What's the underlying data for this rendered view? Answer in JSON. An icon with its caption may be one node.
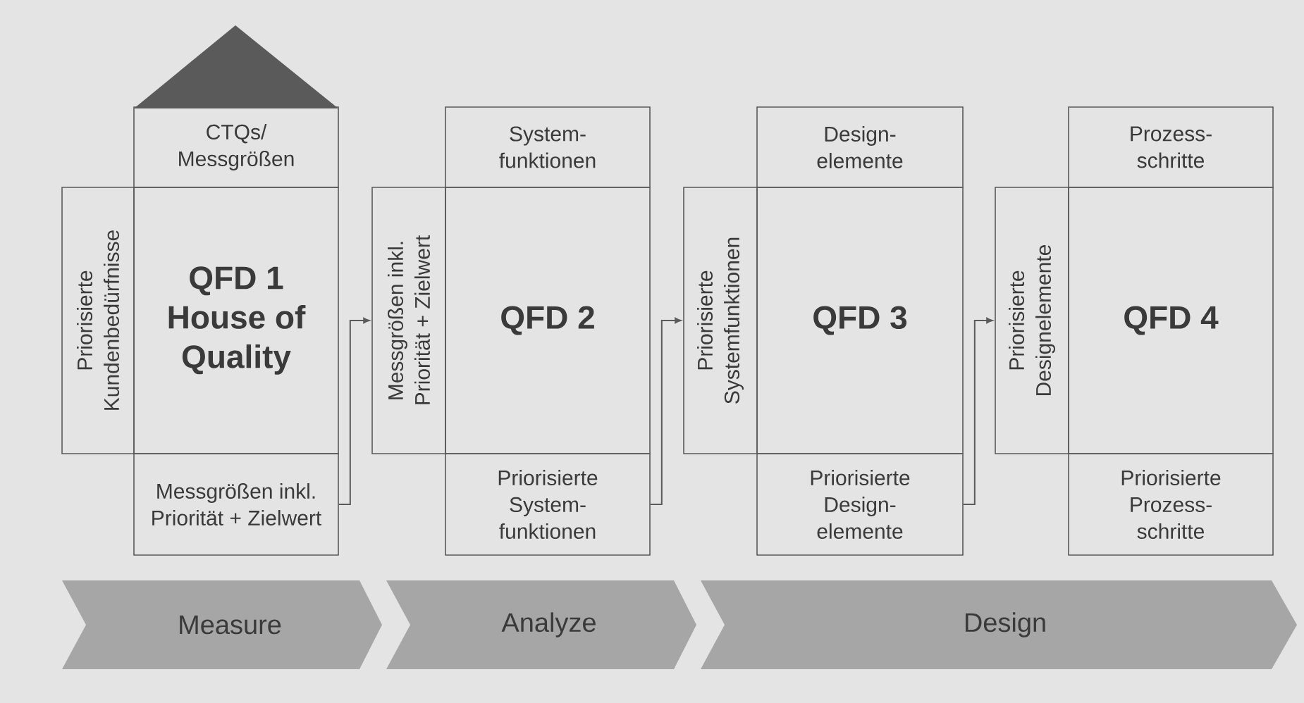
{
  "diagram": {
    "nodes": [
      {
        "text": [
          "CTQs/ Messgrößen"
        ]
      },
      {
        "text": [
          "Priorisierte Kundenbedürfnisse"
        ]
      },
      {
        "text": [
          "QFD 1",
          "House of Quality"
        ]
      },
      {
        "text": [
          "Messgrößen inkl. Priorität + Zielwert"
        ]
      },
      {
        "text": [
          "System- funktionen"
        ]
      },
      {
        "text": [
          "Messgrößen inkl. Priorität + Zielwert"
        ]
      },
      {
        "text": [
          "QFD 2"
        ]
      },
      {
        "text": [
          "Priorisierte System- funktionen"
        ]
      },
      {
        "text": [
          "Design- elemente"
        ]
      },
      {
        "text": [
          "Priorisierte Systemfunktionen"
        ]
      },
      {
        "text": [
          "QFD 3"
        ]
      },
      {
        "text": [
          "Priorisierte Design- elemente"
        ]
      },
      {
        "text": [
          "Prozess- schritte"
        ]
      },
      {
        "text": [
          "Priorisierte Designelemente"
        ]
      },
      {
        "text": [
          "QFD 4"
        ]
      },
      {
        "text": [
          "Priorisierte Prozess- schritte"
        ]
      },
      {
        "text": [
          "Measure"
        ]
      },
      {
        "text": [
          "Analyze"
        ]
      },
      {
        "text": [
          "Design"
        ]
      }
    ],
    "edges": [
      {
        "from": 3,
        "to": 5,
        "arrow": "to"
      },
      {
        "from": 7,
        "to": 9,
        "arrow": "to"
      },
      {
        "from": 11,
        "to": 13,
        "arrow": "to"
      }
    ]
  }
}
